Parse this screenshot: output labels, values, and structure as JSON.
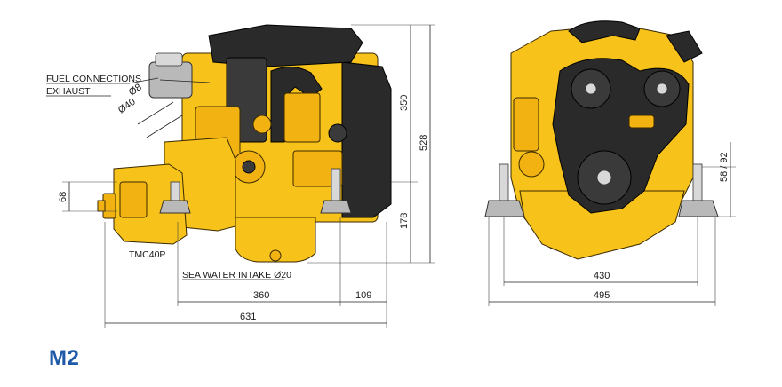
{
  "model": "M2",
  "side_view": {
    "labels": {
      "fuel": "FUEL CONNECTIONS",
      "fuel_dia": "Ø8",
      "exhaust": "EXHAUST",
      "exhaust_dia": "Ø40",
      "gearbox": "TMC40P",
      "sea_water": "SEA WATER INTAKE  Ø20"
    },
    "dims": {
      "height_upper": "350",
      "height_total": "528",
      "height_lower": "178",
      "shaft_height": "68",
      "length_rear": "360",
      "length_front": "109",
      "length_total": "631"
    }
  },
  "front_view": {
    "dims": {
      "mount_height": "58 / 92",
      "mount_width": "430",
      "total_width": "495"
    }
  },
  "colors": {
    "engine": "#f7c21a",
    "covers": "#2a2a2a",
    "title": "#1e5aa8"
  }
}
